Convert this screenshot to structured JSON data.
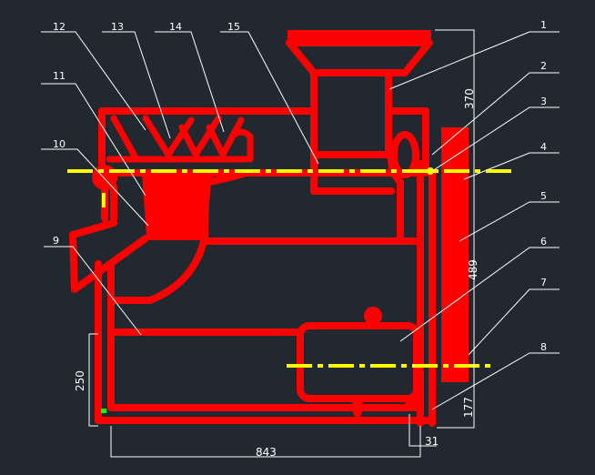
{
  "drawing": {
    "background": "#212830",
    "colors": {
      "body": "#ff0000",
      "centerline": "#ffff00",
      "annotation": "#ffffff",
      "marker": "#00ff00"
    },
    "callouts": [
      {
        "id": "1",
        "label": "1"
      },
      {
        "id": "2",
        "label": "2"
      },
      {
        "id": "3",
        "label": "3"
      },
      {
        "id": "4",
        "label": "4"
      },
      {
        "id": "5",
        "label": "5"
      },
      {
        "id": "6",
        "label": "6"
      },
      {
        "id": "7",
        "label": "7"
      },
      {
        "id": "8",
        "label": "8"
      },
      {
        "id": "9",
        "label": "9"
      },
      {
        "id": "10",
        "label": "10"
      },
      {
        "id": "11",
        "label": "11"
      },
      {
        "id": "12",
        "label": "12"
      },
      {
        "id": "13",
        "label": "13"
      },
      {
        "id": "14",
        "label": "14"
      },
      {
        "id": "15",
        "label": "15"
      }
    ],
    "dimensions": {
      "top_height": "370",
      "total_height": "489",
      "bottom_right_height": "177",
      "left_height": "250",
      "overall_width": "843",
      "offset_width": "31"
    }
  }
}
